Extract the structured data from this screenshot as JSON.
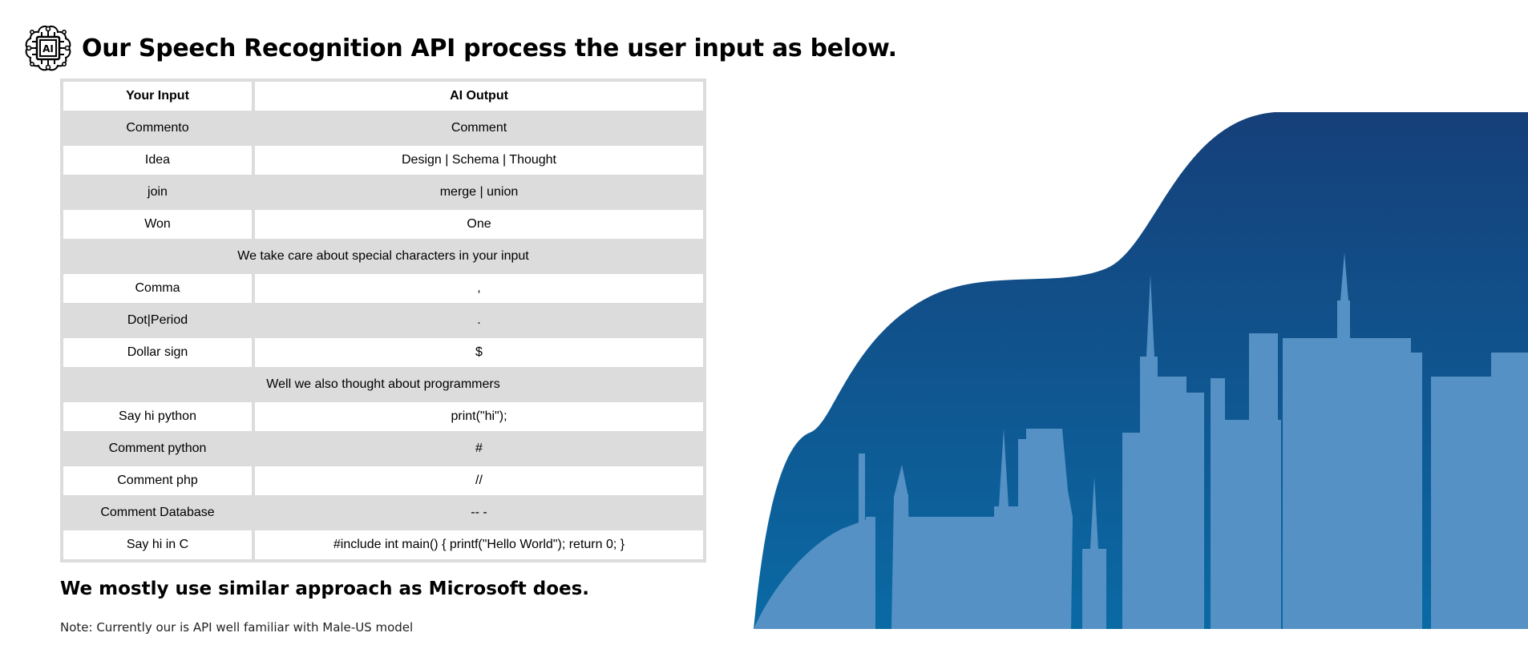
{
  "header": {
    "icon": "ai-chip-icon",
    "icon_text": "AI",
    "title": "Our Speech Recognition API process the user input as below."
  },
  "table": {
    "headers": {
      "input": "Your Input",
      "output": "AI Output"
    },
    "rows": [
      {
        "type": "pair",
        "input": "Commento",
        "output": "Comment"
      },
      {
        "type": "pair",
        "input": "Idea",
        "output": "Design | Schema | Thought"
      },
      {
        "type": "pair",
        "input": "join",
        "output": "merge | union"
      },
      {
        "type": "pair",
        "input": "Won",
        "output": "One"
      },
      {
        "type": "section",
        "text": "We take care about special characters in your input"
      },
      {
        "type": "pair",
        "input": "Comma",
        "output": ","
      },
      {
        "type": "pair",
        "input": "Dot|Period",
        "output": "."
      },
      {
        "type": "pair",
        "input": "Dollar sign",
        "output": "$"
      },
      {
        "type": "section",
        "text": "Well we also thought about programmers"
      },
      {
        "type": "pair",
        "input": "Say hi python",
        "output": "print(\"hi\");"
      },
      {
        "type": "pair",
        "input": "Comment python",
        "output": "#"
      },
      {
        "type": "pair",
        "input": "Comment php",
        "output": "//"
      },
      {
        "type": "pair",
        "input": "Comment Database",
        "output": "-- -"
      },
      {
        "type": "pair",
        "input": "Say hi in C",
        "output": "#include int main() { printf(\"Hello World\"); return 0; }"
      }
    ]
  },
  "subtitle": "We mostly use similar approach as Microsoft does.",
  "note": "Note: Currently our is API well familiar with Male-US model",
  "colors": {
    "wave_top": "#163e78",
    "wave_bottom": "#0a6aa4",
    "skyline": "#5591c4",
    "table_border": "#dcdcdc"
  }
}
